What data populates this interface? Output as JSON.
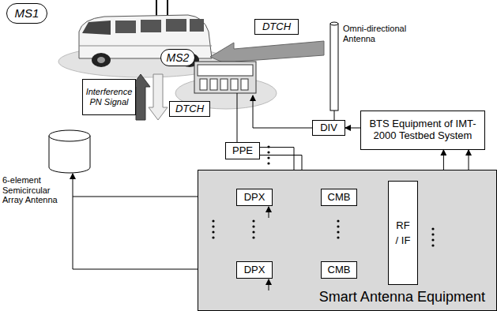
{
  "diagram": {
    "nodes": [
      {
        "text": [
          "MS1"
        ]
      },
      {
        "text": [
          "DTCH"
        ]
      },
      {
        "text": [
          "MS2"
        ]
      },
      {
        "text": [
          "DIV"
        ]
      },
      {
        "text": [
          "BTS Equipment of IMT-2000 Testbed System"
        ]
      },
      {
        "text": [
          "PPE"
        ]
      },
      {
        "text": [
          "Smart Antenna Equipment"
        ]
      },
      {
        "text": [
          "DPX"
        ],
        "in": 6
      },
      {
        "text": [
          "DPX"
        ],
        "in": 6
      },
      {
        "text": [
          "CMB"
        ],
        "in": 6
      },
      {
        "text": [
          "CMB"
        ],
        "in": 6
      },
      {
        "text": [
          "RF / IF"
        ],
        "in": 6
      },
      {
        "text": [
          "Interference PN Signal"
        ]
      },
      {
        "text": [
          "DTCH"
        ]
      }
    ],
    "edges": [
      {
        "from": 4,
        "to": 3,
        "arrow": "to"
      },
      {
        "from": 11,
        "to": 4,
        "arrow": "to"
      },
      {
        "from": 11,
        "to": 4,
        "arrow": "to"
      },
      {
        "from": 7,
        "to": 9,
        "arrow": "to"
      },
      {
        "from": 8,
        "to": 10,
        "arrow": "to"
      },
      {
        "from": 9,
        "to": 11,
        "arrow": "to"
      },
      {
        "from": 10,
        "to": 11,
        "arrow": "to"
      },
      {
        "from": 5,
        "to": 9,
        "arrow": "to"
      },
      {
        "from": 5,
        "to": 10,
        "arrow": "to"
      }
    ],
    "labels": [
      "Omni-directional Antenna",
      "6-element Semicircular Array Antenna"
    ]
  }
}
